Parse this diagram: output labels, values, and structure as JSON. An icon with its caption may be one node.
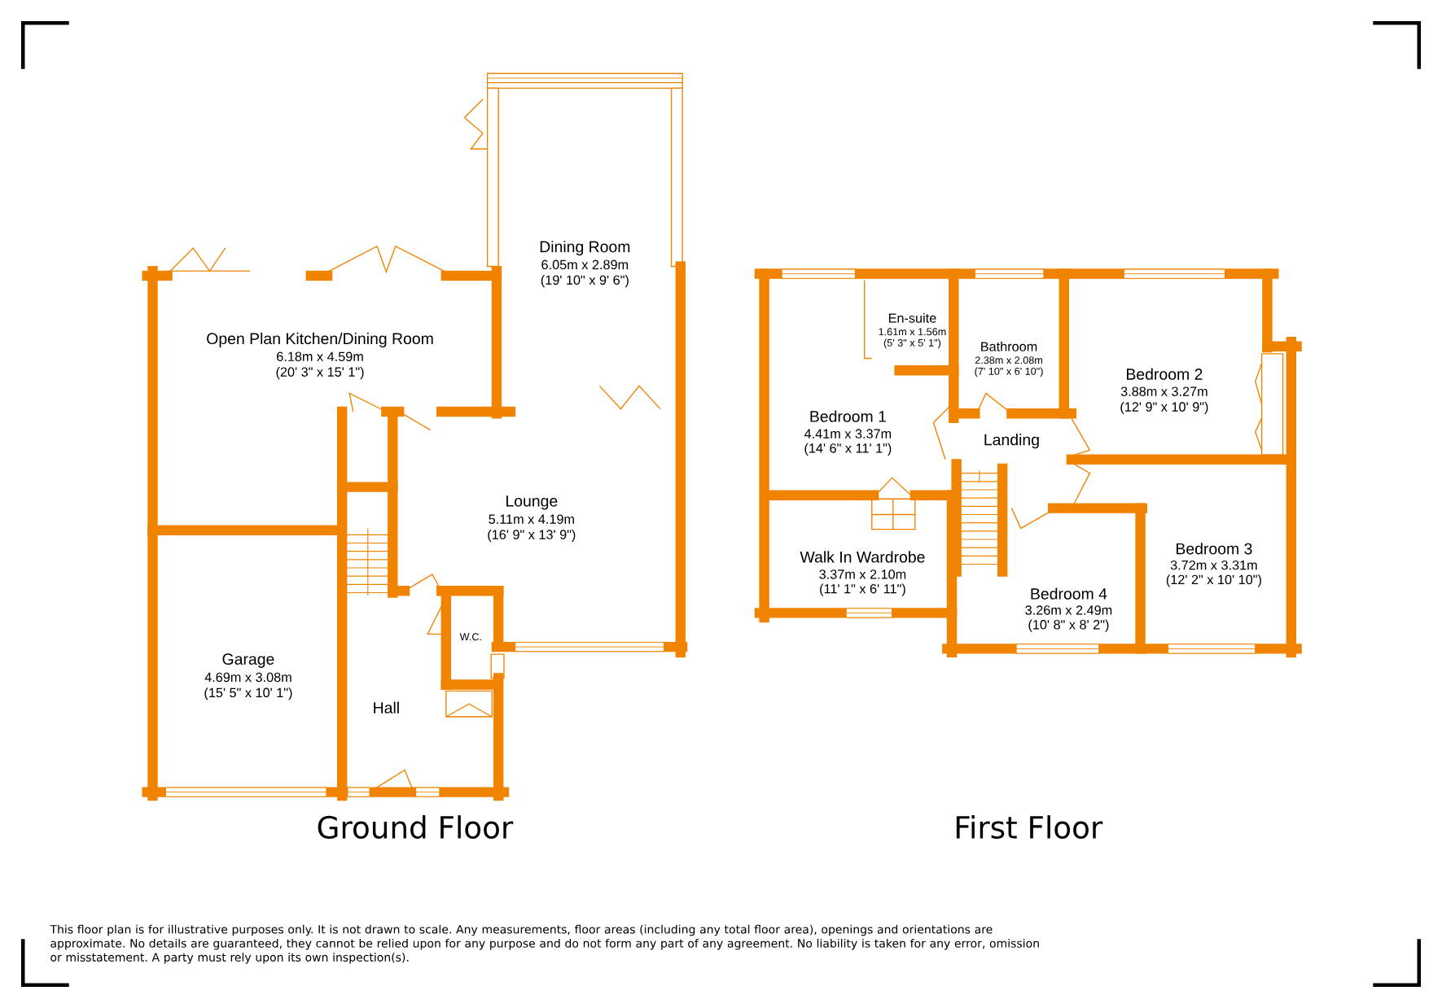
{
  "diagram": {
    "labels": [
      "Open Plan Kitchen/Dining Room",
      "6.18m x 4.59m",
      "(20' 3\" x 15' 1\")",
      "Dining Room",
      "6.05m x 2.89m",
      "(19' 10\" x 9' 6\")",
      "Lounge",
      "5.11m x 4.19m",
      "(16' 9\" x 13' 9\")",
      "W.C.",
      "Garage",
      "4.69m x 3.08m",
      "(15' 5\" x 10' 1\")",
      "Hall",
      "En-suite",
      "1.61m x 1.56m",
      "(5' 3\" x 5' 1\")",
      "Bathroom",
      "2.38m x 2.08m",
      "(7' 10\" x 6' 10\")",
      "Bedroom 2",
      "3.88m x 3.27m",
      "(12' 9\" x 10' 9\")",
      "Bedroom 1",
      "4.41m x 3.37m",
      "(14' 6\" x 11' 1\")",
      "Landing",
      "Walk In Wardrobe",
      "3.37m x 2.10m",
      "(11' 1\" x 6' 11\")",
      "Bedroom 3",
      "3.72m x 3.31m",
      "(12' 2\" x 10' 10\")",
      "Bedroom 4",
      "3.26m x 2.49m",
      "(10' 8\" x 8' 2\")",
      "Ground Floor",
      "First Floor",
      "This floor plan is for illustrative purposes only. It is not drawn to scale. Any measurements, floor areas (including any total floor area), openings and orientations are approximate. No details are guaranteed, they cannot be relied upon for any purpose and do not form any part of any agreement. No liability is taken for any error, omission or misstatement. A party must rely upon its own inspection(s)."
    ]
  }
}
